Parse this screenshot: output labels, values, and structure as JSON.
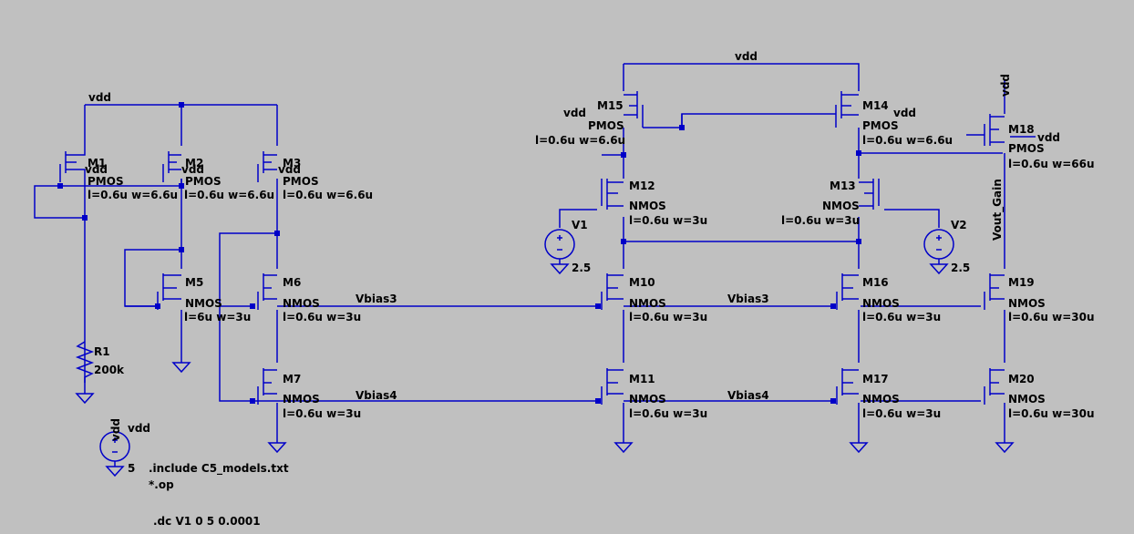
{
  "colors": {
    "background": "#c0c0c0",
    "wire": "#0000c8",
    "text": "#000000"
  },
  "devices": [
    {
      "name": "M1",
      "model": "PMOS",
      "size": "l=0.6u w=6.6u"
    },
    {
      "name": "M2",
      "model": "PMOS",
      "size": "l=0.6u w=6.6u"
    },
    {
      "name": "M3",
      "model": "PMOS",
      "size": "l=0.6u w=6.6u"
    },
    {
      "name": "M5",
      "model": "NMOS",
      "size": "l=6u w=3u"
    },
    {
      "name": "M6",
      "model": "NMOS",
      "size": "l=0.6u w=3u"
    },
    {
      "name": "M7",
      "model": "NMOS",
      "size": "l=0.6u w=3u"
    },
    {
      "name": "M15",
      "model": "PMOS",
      "size": "l=0.6u w=6.6u"
    },
    {
      "name": "M14",
      "model": "PMOS",
      "size": "l=0.6u w=6.6u"
    },
    {
      "name": "M12",
      "model": "NMOS",
      "size": "l=0.6u w=3u"
    },
    {
      "name": "M13",
      "model": "NMOS",
      "size": "l=0.6u w=3u"
    },
    {
      "name": "M10",
      "model": "NMOS",
      "size": "l=0.6u w=3u"
    },
    {
      "name": "M11",
      "model": "NMOS",
      "size": "l=0.6u w=3u"
    },
    {
      "name": "M16",
      "model": "NMOS",
      "size": "l=0.6u w=3u"
    },
    {
      "name": "M17",
      "model": "NMOS",
      "size": "l=0.6u w=3u"
    },
    {
      "name": "M18",
      "model": "PMOS",
      "size": "l=0.6u w=66u"
    },
    {
      "name": "M19",
      "model": "NMOS",
      "size": "l=0.6u w=30u"
    },
    {
      "name": "M20",
      "model": "NMOS",
      "size": "l=0.6u w=30u"
    }
  ],
  "resistor": {
    "name": "R1",
    "value": "200k"
  },
  "sources": [
    {
      "name": "V1",
      "value": "2.5"
    },
    {
      "name": "V2",
      "value": "2.5"
    },
    {
      "name": "vdd",
      "value": "5"
    }
  ],
  "nets": {
    "vdd": "vdd",
    "vbias3": "Vbias3",
    "vbias4": "Vbias4",
    "vout_gain": "Vout_Gain"
  },
  "directives": {
    "include": ".include C5_models.txt",
    "op": "*.op",
    "dc": ".dc V1 0 5 0.0001"
  }
}
